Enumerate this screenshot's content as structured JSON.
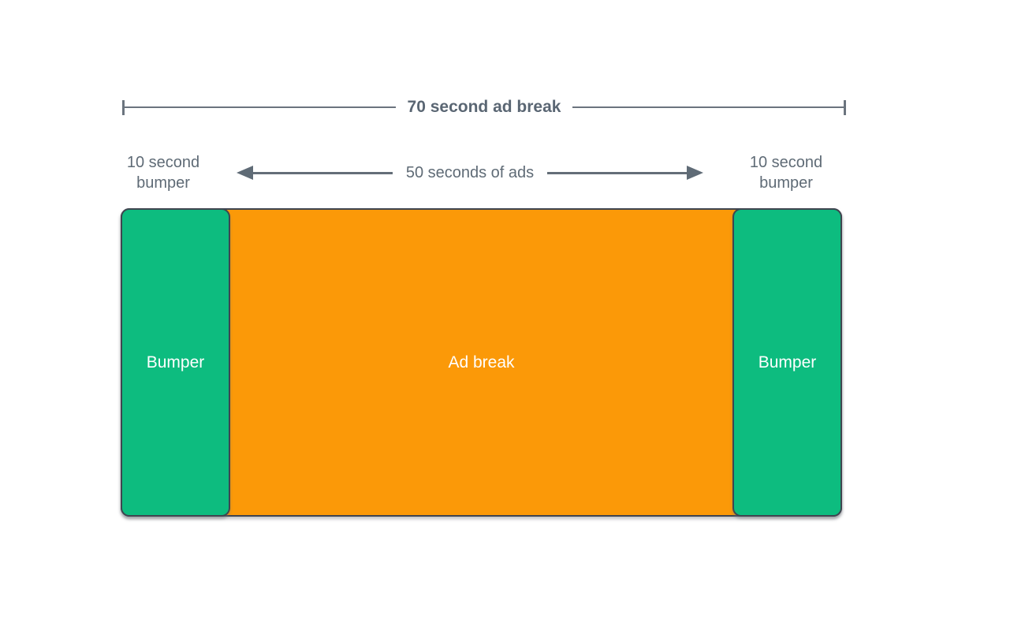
{
  "diagram": {
    "title_bracket": {
      "label": "70 second ad break"
    },
    "duration_labels": {
      "left_bumper": {
        "line1": "10 second",
        "line2": "bumper"
      },
      "ads_arrow": {
        "label": "50 seconds of ads"
      },
      "right_bumper": {
        "line1": "10 second",
        "line2": "bumper"
      }
    },
    "timeline": {
      "left_bumper_label": "Bumper",
      "ad_break_label": "Ad break",
      "right_bumper_label": "Bumper"
    },
    "colors": {
      "bumper_green": "#0dbc7f",
      "ad_break_orange": "#fb9908",
      "block_border": "#3f4550",
      "annotation_gray": "#5f6b76",
      "background": "#ffffff"
    }
  }
}
